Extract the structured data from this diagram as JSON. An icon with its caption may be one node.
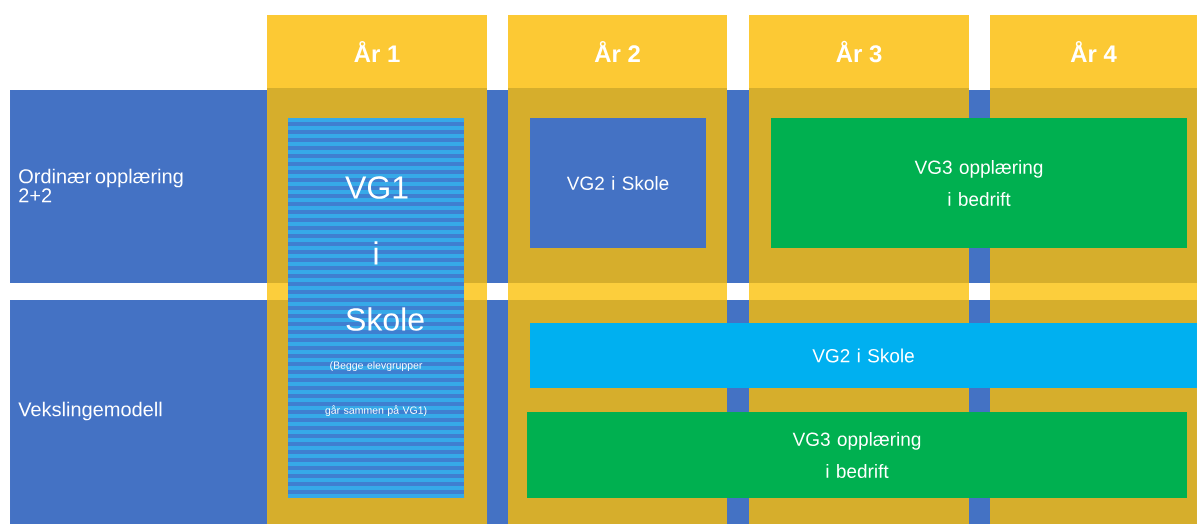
{
  "diagram": {
    "nodes": [
      {
        "text": [
          "Ordinær opplæring 2+2"
        ]
      },
      {
        "text": [
          "Vekslingemodell"
        ]
      },
      {
        "text": [
          "År 1"
        ]
      },
      {
        "text": [
          "År 2"
        ]
      },
      {
        "text": [
          "År 3"
        ]
      },
      {
        "text": [
          "År 4"
        ]
      },
      {
        "text": [
          "VG1 i Skole",
          "(Begge elevgrupper går sammen på VG1)"
        ],
        "in": 2
      },
      {
        "text": [
          "VG2 i Skole"
        ],
        "in": 3
      },
      {
        "text": [
          "VG3 opplæring i bedrift"
        ]
      },
      {
        "text": [
          "VG2 i Skole"
        ]
      },
      {
        "text": [
          "VG3 opplæring i bedrift"
        ]
      }
    ]
  }
}
